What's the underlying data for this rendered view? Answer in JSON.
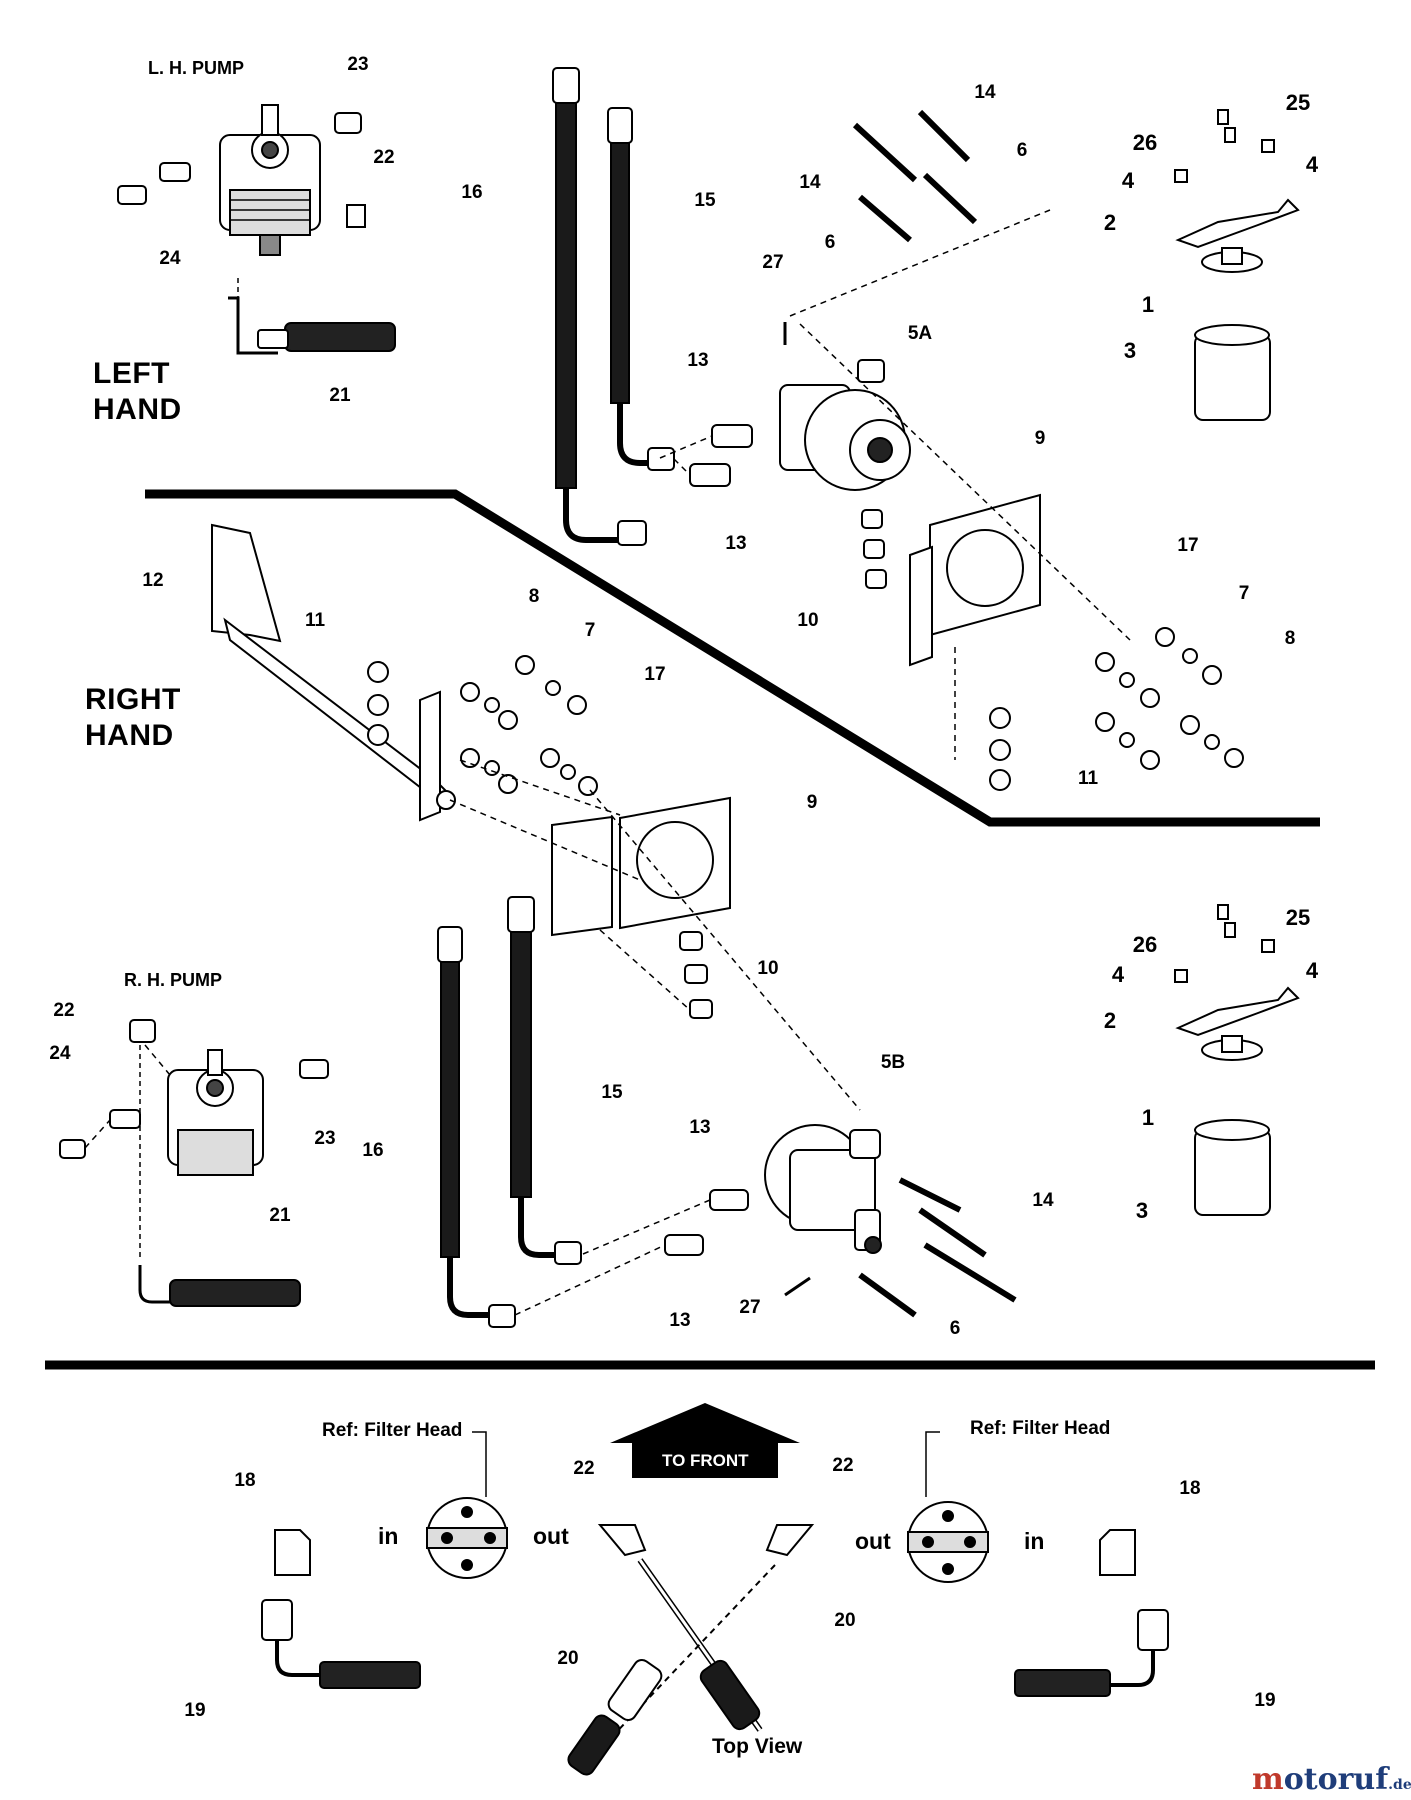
{
  "sections": {
    "left": "LEFT\nHAND",
    "right": "RIGHT\nHAND"
  },
  "pumps": {
    "left": "L. H. PUMP",
    "right": "R. H. PUMP"
  },
  "ref": {
    "filter_head_left": "Ref: Filter Head",
    "filter_head_right": "Ref: Filter Head"
  },
  "flow": {
    "in": "in",
    "out": "out"
  },
  "to_front": "TO FRONT",
  "top_view": "Top View",
  "watermark": {
    "brand_first": "m",
    "brand_rest": "otoruf",
    "tld": ".de"
  },
  "callouts": {
    "c23a": "23",
    "c22a": "22",
    "c24a": "24",
    "c21a": "21",
    "c16a": "16",
    "c15a": "15",
    "c14a": "14",
    "c14b": "14",
    "c6a": "6",
    "c6b": "6",
    "c27a": "27",
    "c5a": "5A",
    "c13a": "13",
    "c13b": "13",
    "c25a": "25",
    "c26a": "26",
    "c4a": "4",
    "c4b": "4",
    "c2a": "2",
    "c1a": "1",
    "c3a": "3",
    "c9a": "9",
    "c10a": "10",
    "c17a": "17",
    "c7a": "7",
    "c8a": "8",
    "c11a": "11",
    "c12": "12",
    "c11b": "11",
    "c8b": "8",
    "c7b": "7",
    "c17b": "17",
    "c9b": "9",
    "c10b": "10",
    "c25b": "25",
    "c26b": "26",
    "c4c": "4",
    "c4d": "4",
    "c2b": "2",
    "c1b": "1",
    "c3b": "3",
    "c22b": "22",
    "c24b": "24",
    "c23b": "23",
    "c21b": "21",
    "c16b": "16",
    "c15b": "15",
    "c5b": "5B",
    "c13c": "13",
    "c13d": "13",
    "c14c": "14",
    "c27b": "27",
    "c6c": "6",
    "c18a": "18",
    "c18b": "18",
    "c22c": "22",
    "c22d": "22",
    "c19a": "19",
    "c19b": "19",
    "c20a": "20",
    "c20b": "20"
  }
}
